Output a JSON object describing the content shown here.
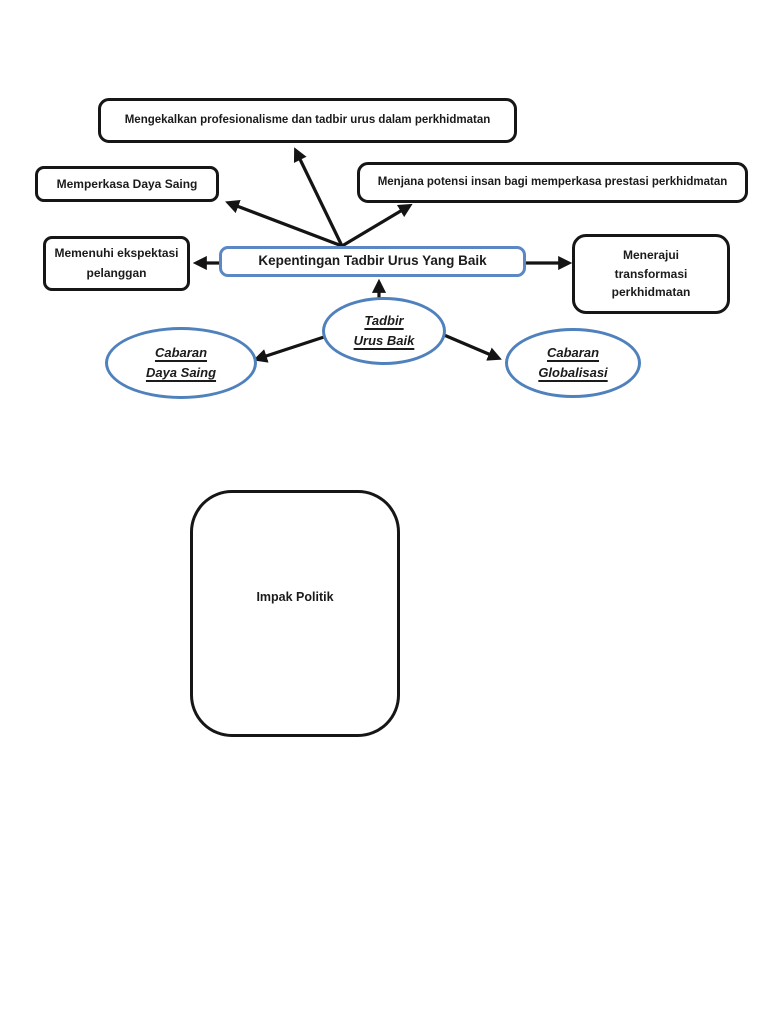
{
  "colors": {
    "page_background": "#ffffff",
    "node_border_black": "#161616",
    "center_box_blue": "#5b87c5",
    "ellipse_blue": "#4f81bd",
    "arrow_black": "#141414",
    "text_color": "#1b1b1b"
  },
  "diagram": {
    "nodes": {
      "mengekalkan": {
        "label": "Mengekalkan profesionalisme dan tadbir urus dalam perkhidmatan"
      },
      "memperkasa": {
        "label": "Memperkasa Daya Saing"
      },
      "menjana": {
        "label": "Menjana potensi insan bagi memperkasa prestasi perkhidmatan"
      },
      "memenuhi": {
        "line1": "Memenuhi ekspektasi",
        "line2": "pelanggan"
      },
      "kepentingan": {
        "label": "Kepentingan Tadbir Urus Yang Baik"
      },
      "menerajui": {
        "line1": "Menerajui",
        "line2": "transformasi",
        "line3": "perkhidmatan"
      },
      "tadbir_urus": {
        "line1": "Tadbir",
        "line2": "Urus Baik"
      },
      "cabaran_daya_saing": {
        "line1": "Cabaran",
        "line2": "Daya Saing"
      },
      "cabaran_globalisasi": {
        "line1": "Cabaran",
        "line2": "Globalisasi"
      },
      "impak_politik": {
        "label": "Impak Politik"
      }
    },
    "connections": [
      "kepentingan -> mengekalkan",
      "kepentingan -> memperkasa",
      "kepentingan -> menjana",
      "kepentingan -> memenuhi",
      "kepentingan -> menerajui",
      "tadbir_urus -> kepentingan",
      "tadbir_urus -> cabaran_daya_saing",
      "tadbir_urus -> cabaran_globalisasi"
    ]
  }
}
